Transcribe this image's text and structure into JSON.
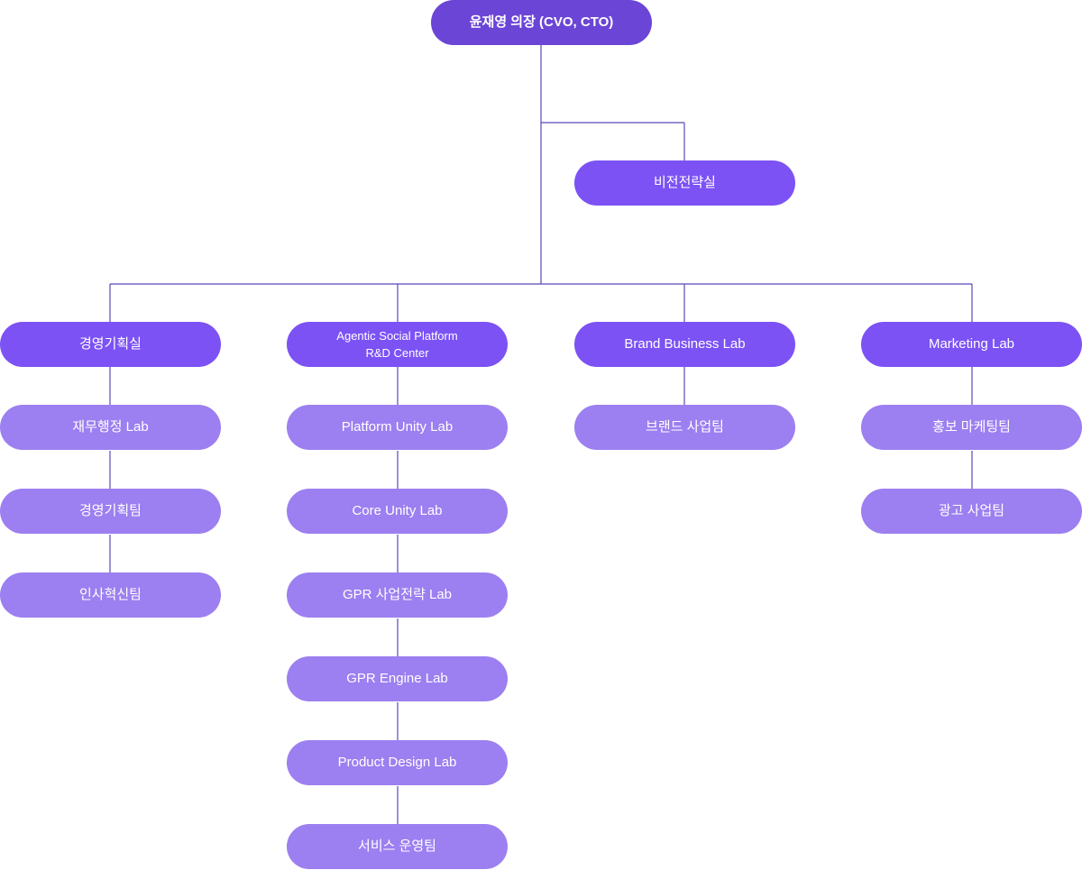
{
  "root": {
    "label": "윤재영 의장 (CVO, CTO)"
  },
  "vision": {
    "label": "비전전략실"
  },
  "departments": [
    {
      "label": "경영기획실",
      "teams": [
        "재무행정 Lab",
        "경영기획팀",
        "인사혁신팀"
      ]
    },
    {
      "label_line1": "Agentic Social Platform",
      "label_line2": "R&D Center",
      "teams": [
        "Platform Unity Lab",
        "Core Unity Lab",
        "GPR 사업전략 Lab",
        "GPR Engine Lab",
        "Product Design Lab",
        "서비스 운영팀"
      ]
    },
    {
      "label": "Brand Business Lab",
      "teams": [
        "브랜드 사업팀"
      ]
    },
    {
      "label": "Marketing Lab",
      "teams": [
        "홍보 마케팅팀",
        "광고 사업팀"
      ]
    }
  ],
  "colors": {
    "root": "#6b45d6",
    "department": "#7c52f4",
    "team": "#9c7ff0",
    "connector": "#5a48b8"
  }
}
